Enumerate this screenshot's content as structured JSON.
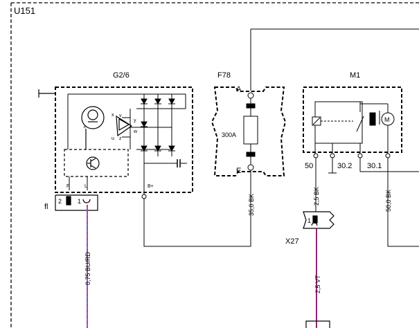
{
  "diagram": {
    "frame_label": "U151",
    "components": {
      "alternator": {
        "name": "G2/6",
        "pins": {
          "f": "F",
          "l": "L",
          "b_plus": "B+"
        },
        "pin_numbers": {
          "p2": "2",
          "p1": "1"
        },
        "connector_label": "fl",
        "winding_labels": {
          "x": "x",
          "y": "y",
          "u": "u",
          "v": "v",
          "w": "w",
          "z": "z"
        },
        "plus_sign": "+"
      },
      "fuse": {
        "name": "F78",
        "rating": "300A",
        "terminal_a": "A",
        "terminal_e": "E"
      },
      "starter": {
        "name": "M1",
        "terminals": [
          "50",
          "30.2",
          "30.1"
        ],
        "motor_symbol": "M"
      },
      "connector": {
        "name": "X27",
        "pin": "1"
      }
    },
    "wires": {
      "alt_l": "0,75 BU/RD",
      "fuse_out": "35,0 BK",
      "starter_50": "2,5 BK",
      "starter_301": "50,0 BK",
      "x27_out": "2,5 VT"
    },
    "colors": {
      "line": "#000000",
      "wire_violet": "#b4008c",
      "wire_blue": "#5a5ac8",
      "wire_red": "#c83c3c",
      "background": "#ffffff"
    }
  }
}
